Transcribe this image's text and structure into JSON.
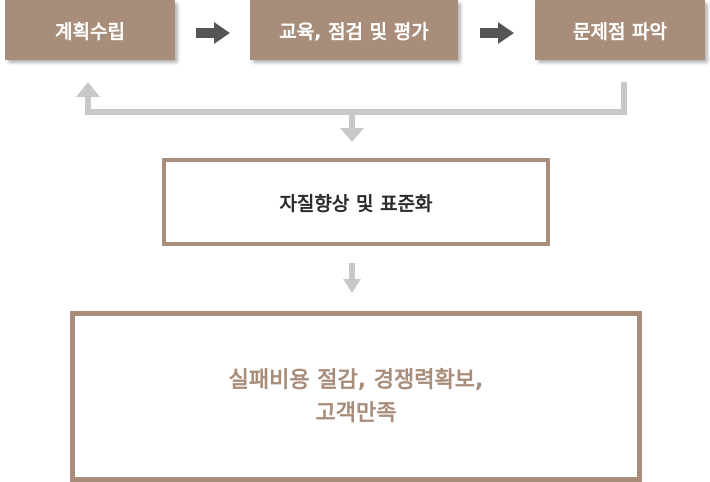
{
  "steps": [
    {
      "label": "계획수립"
    },
    {
      "label": "교육, 점검 및 평가"
    },
    {
      "label": "문제점 파악"
    }
  ],
  "improvement": {
    "label": "자질향상 및 표준화"
  },
  "result": {
    "line1": "실패비용 절감, 경쟁력확보,",
    "line2": "고객만족"
  },
  "colors": {
    "box_fill": "#a88e7a",
    "arrow_dark": "#555555",
    "connector_gray": "#c8c8c8"
  }
}
